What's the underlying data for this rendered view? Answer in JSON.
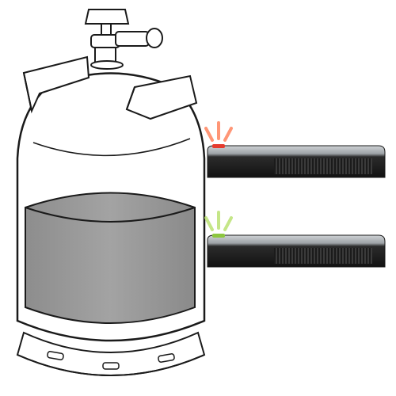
{
  "illustration": {
    "subject": "gas-cylinder-level-indicator",
    "gas_fill_color": "#9a9a9a",
    "outline_color": "#1a1a1a",
    "sensors": [
      {
        "name": "upper-sensor",
        "led_color": "#e53b2e",
        "state": "empty-level"
      },
      {
        "name": "lower-sensor",
        "led_color": "#8cc63f",
        "state": "filled-level"
      }
    ]
  }
}
